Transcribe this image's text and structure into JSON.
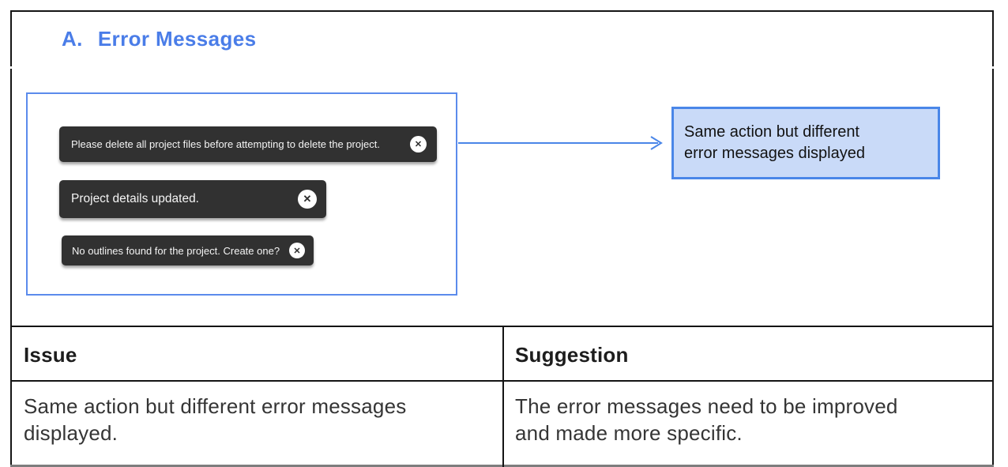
{
  "section": {
    "heading": {
      "prefix": "A.",
      "title": "Error Messages",
      "color": "#4a7de8"
    }
  },
  "figure": {
    "description": "screenshot of three toast notifications",
    "border_color": "#5b8bec",
    "toast_bg": "#313131",
    "toasts": [
      {
        "message": "Please delete all project files before attempting to delete the project.",
        "icon": "close-circle-icon"
      },
      {
        "message": "Project details updated.",
        "icon": "close-circle-icon"
      },
      {
        "message": "No outlines found for the project. Create one?",
        "icon": "close-circle-icon"
      }
    ]
  },
  "icons": {
    "close_glyph": "✕"
  },
  "annotation": {
    "arrow_color": "#4a86e8",
    "callout": {
      "bg": "#c9daf8",
      "border_color": "#4a86e8",
      "lines": [
        "Same action but different",
        "error messages displayed"
      ]
    }
  },
  "table": {
    "headers": [
      "Issue",
      "Suggestion"
    ],
    "rows": [
      {
        "issue_lines": [
          "Same action but different error messages",
          "displayed."
        ],
        "suggestion_lines": [
          "The error messages need to be improved",
          "and made more specific."
        ]
      }
    ]
  }
}
